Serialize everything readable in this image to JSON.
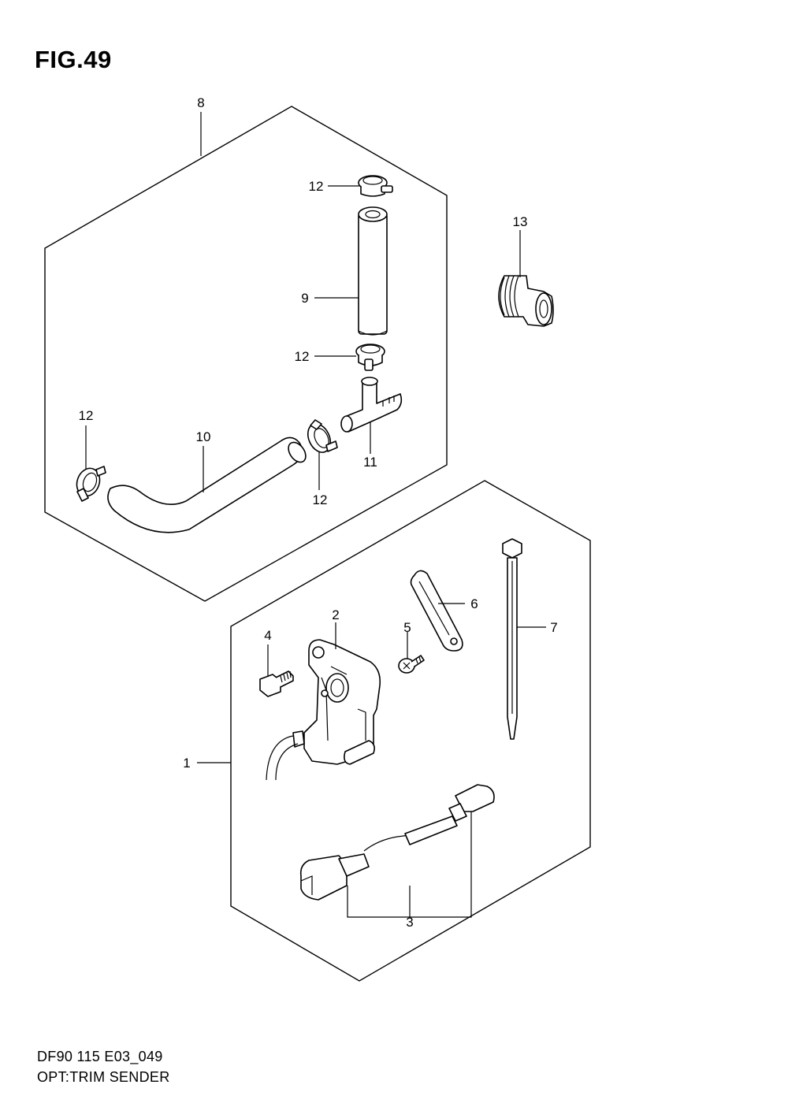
{
  "figure": {
    "title": "FIG.49",
    "code": "DF90 115 E03_049",
    "description": "OPT:TRIM SENDER"
  },
  "callouts": [
    {
      "id": "c1",
      "label": "1"
    },
    {
      "id": "c2",
      "label": "2"
    },
    {
      "id": "c3",
      "label": "3"
    },
    {
      "id": "c4",
      "label": "4"
    },
    {
      "id": "c5",
      "label": "5"
    },
    {
      "id": "c6",
      "label": "6"
    },
    {
      "id": "c7",
      "label": "7"
    },
    {
      "id": "c8",
      "label": "8"
    },
    {
      "id": "c9",
      "label": "9"
    },
    {
      "id": "c10",
      "label": "10"
    },
    {
      "id": "c11",
      "label": "11"
    },
    {
      "id": "c12a",
      "label": "12"
    },
    {
      "id": "c12b",
      "label": "12"
    },
    {
      "id": "c12c",
      "label": "12"
    },
    {
      "id": "c12d",
      "label": "12"
    },
    {
      "id": "c13",
      "label": "13"
    }
  ]
}
